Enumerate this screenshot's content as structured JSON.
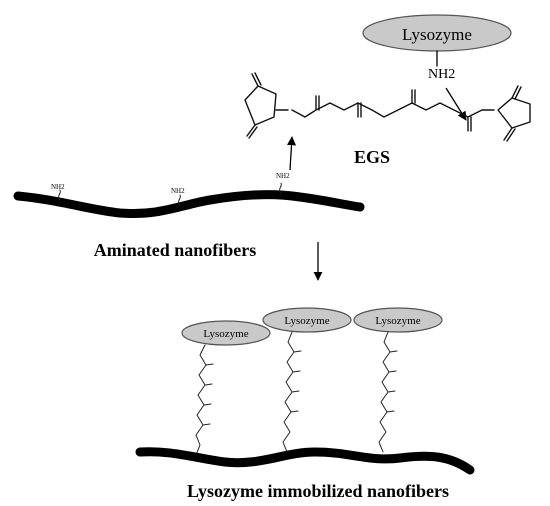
{
  "labels": {
    "lysozyme_main": "Lysozyme",
    "nh2_main": "NH2",
    "egs": "EGS",
    "aminated": "Aminated nanofibers",
    "immobilized": "Lysozyme immobilized nanofibers",
    "fiber_nh2": "NH2",
    "lysozyme_small": "Lysozyme"
  },
  "colors": {
    "ellipse_fill": "#c9c9c9",
    "ink": "#000000"
  }
}
